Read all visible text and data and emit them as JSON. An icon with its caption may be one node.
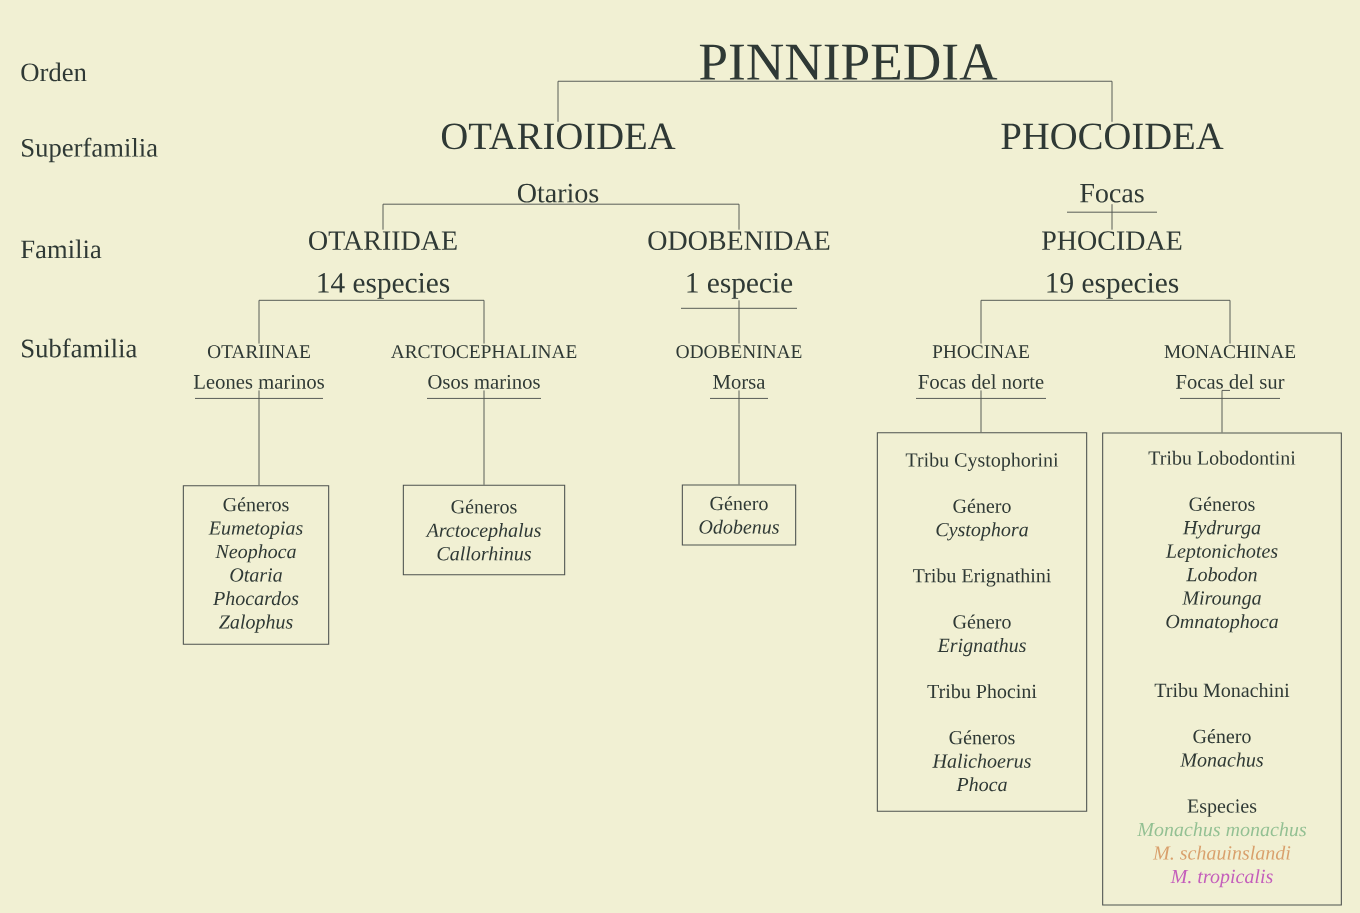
{
  "diagram": {
    "nodes": [
      {
        "text": [
          "PINNIPEDIA"
        ]
      },
      {
        "text": [
          "OTARIOIDEA",
          "Otarios"
        ]
      },
      {
        "text": [
          "PHOCOIDEA",
          "Focas"
        ]
      },
      {
        "text": [
          "OTARIIDAE",
          "14 especies"
        ]
      },
      {
        "text": [
          "ODOBENIDAE",
          "1 especie"
        ]
      },
      {
        "text": [
          "PHOCIDAE",
          "19 especies"
        ]
      },
      {
        "text": [
          "OTARIINAE",
          "Leones marinos"
        ]
      },
      {
        "text": [
          "ARCTOCEPHALINAE",
          "Osos marinos"
        ]
      },
      {
        "text": [
          "ODOBENINAE",
          "Morsa"
        ]
      },
      {
        "text": [
          "PHOCINAE",
          "Focas del norte"
        ]
      },
      {
        "text": [
          "MONACHINAE",
          "Focas del sur"
        ]
      },
      {
        "text": [
          "Géneros",
          "Eumetopias",
          "Neophoca",
          "Otaria",
          "Phocardos",
          "Zalophus"
        ]
      },
      {
        "text": [
          "Géneros",
          "Arctocephalus",
          "Callorhinus"
        ]
      },
      {
        "text": [
          "Género",
          "Odobenus"
        ]
      },
      {
        "text": [
          "Tribu Cystophorini",
          "Género",
          "Cystophora",
          "Tribu Erignathini",
          "Género",
          "Erignathus",
          "Tribu Phocini",
          "Géneros",
          "Halichoerus",
          "Phoca"
        ]
      },
      {
        "text": [
          "Tribu Lobodontini",
          "Géneros",
          "Hydrurga",
          "Leptonichotes",
          "Lobodon",
          "Mirounga",
          "Omnatophoca",
          "Tribu Monachini",
          "Género",
          "Monachus",
          "Especies",
          "Monachus monachus",
          "M. schauinslandi",
          "M. tropicalis"
        ]
      }
    ],
    "edges": [
      {
        "from": 0,
        "to": 1,
        "arrow": "none"
      },
      {
        "from": 0,
        "to": 2,
        "arrow": "none"
      },
      {
        "from": 1,
        "to": 3,
        "arrow": "none"
      },
      {
        "from": 1,
        "to": 4,
        "arrow": "none"
      },
      {
        "from": 2,
        "to": 5,
        "arrow": "none"
      },
      {
        "from": 3,
        "to": 6,
        "arrow": "none"
      },
      {
        "from": 3,
        "to": 7,
        "arrow": "none"
      },
      {
        "from": 4,
        "to": 8,
        "arrow": "none"
      },
      {
        "from": 5,
        "to": 9,
        "arrow": "none"
      },
      {
        "from": 5,
        "to": 10,
        "arrow": "none"
      },
      {
        "from": 6,
        "to": 11,
        "arrow": "none"
      },
      {
        "from": 7,
        "to": 12,
        "arrow": "none"
      },
      {
        "from": 8,
        "to": 13,
        "arrow": "none"
      },
      {
        "from": 9,
        "to": 14,
        "arrow": "none"
      },
      {
        "from": 10,
        "to": 15,
        "arrow": "none"
      }
    ],
    "labels": [
      "Orden",
      "Superfamilia",
      "Familia",
      "Subfamilia"
    ]
  }
}
